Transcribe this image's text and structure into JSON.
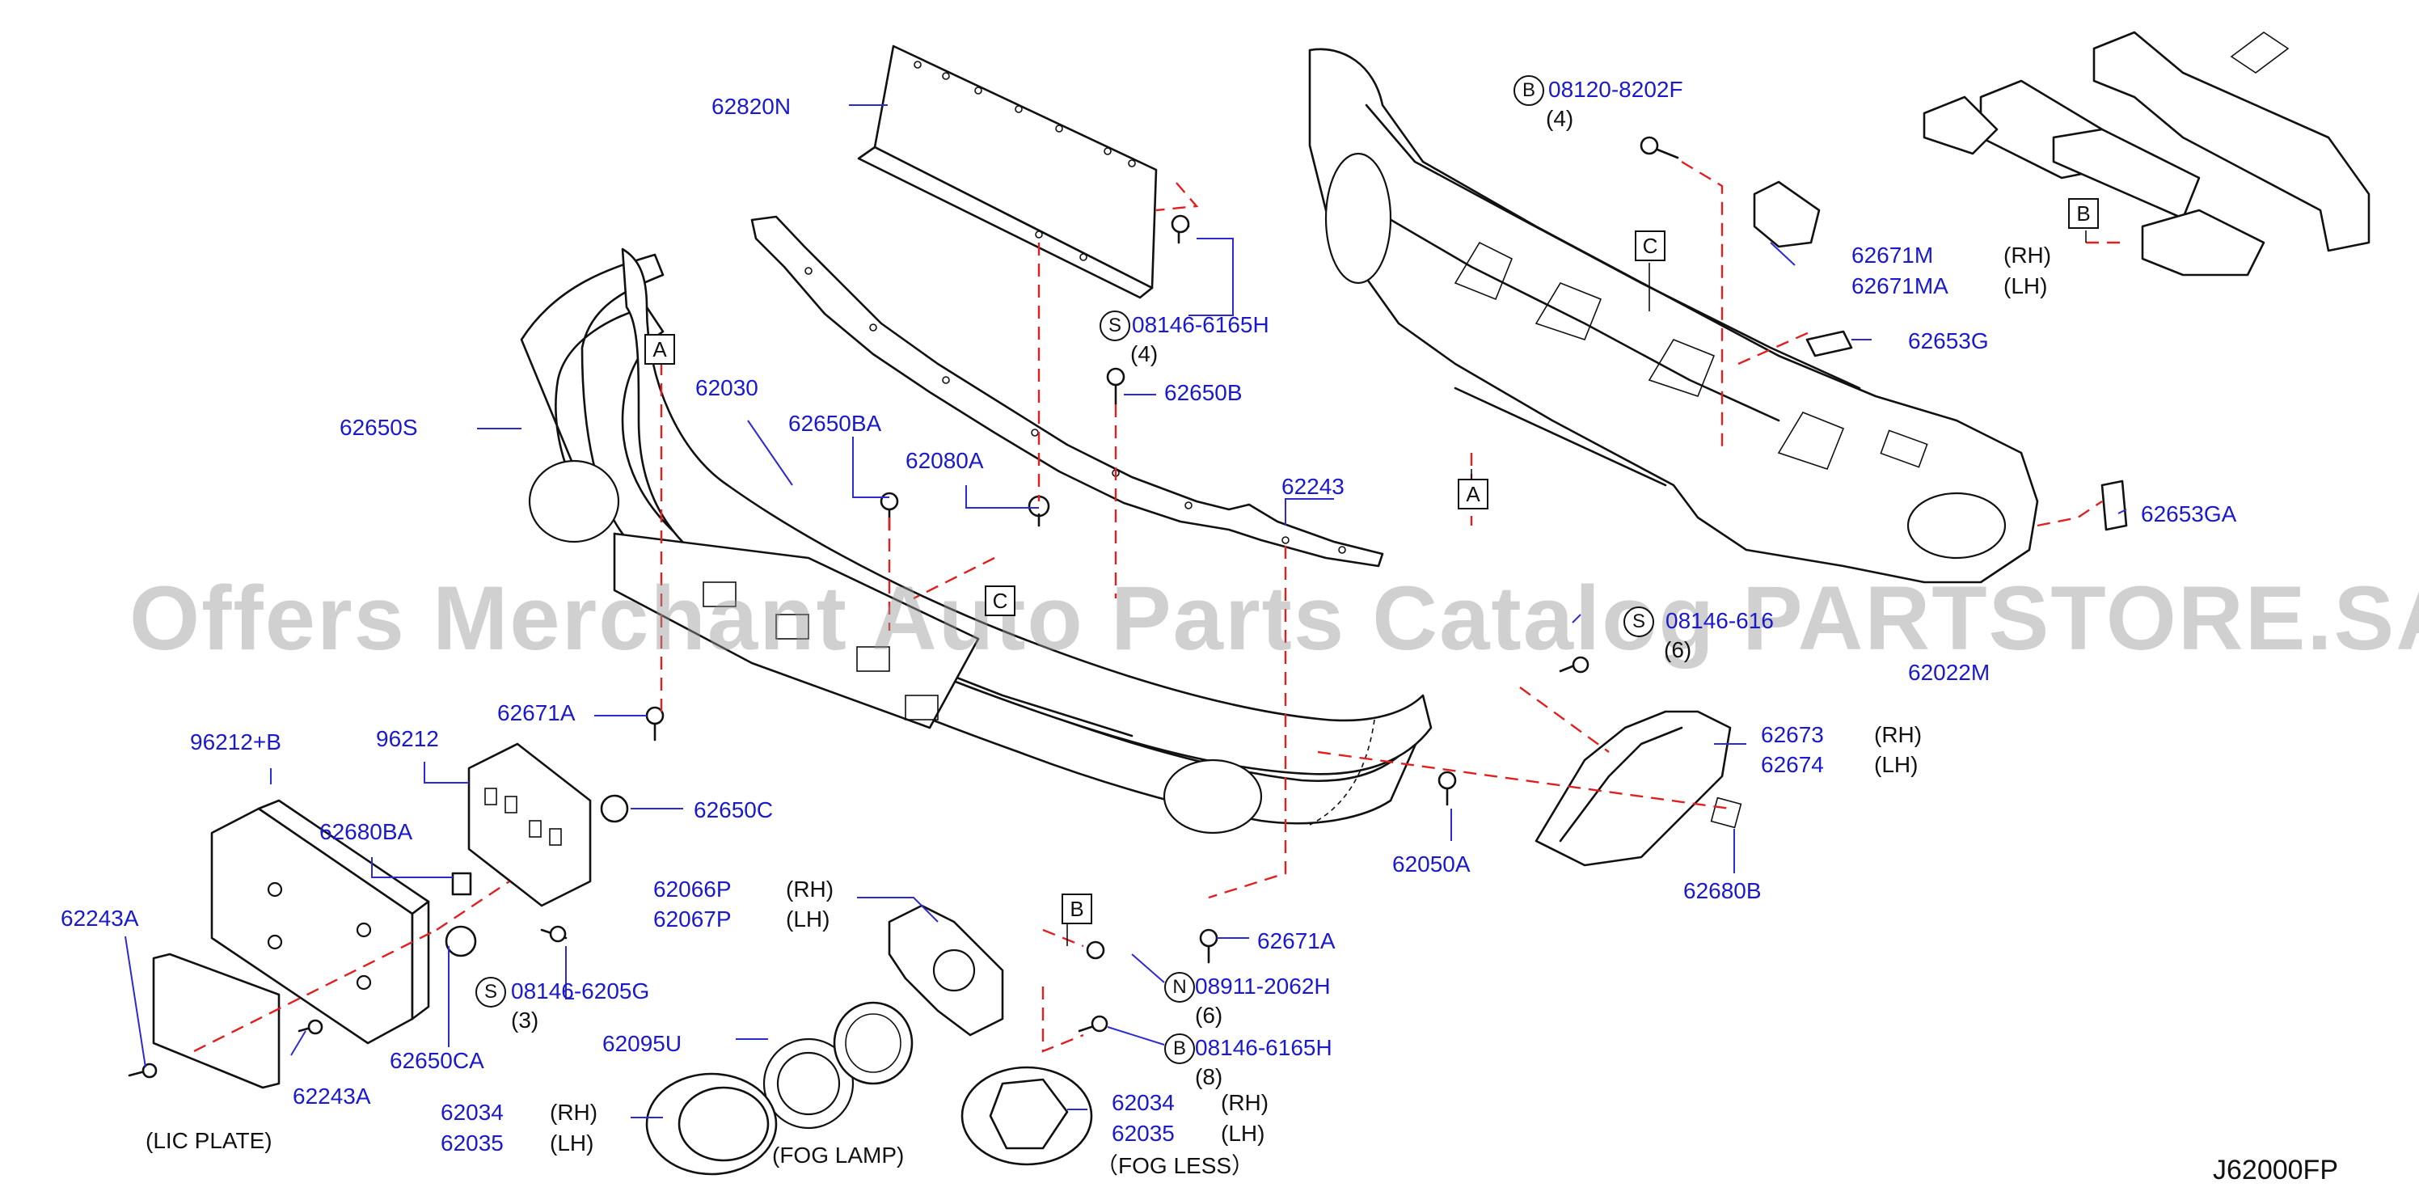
{
  "watermark": "Offers Merchant Auto Parts Catalog PARTSTORE.SA",
  "diagram_code": "J62000FP",
  "callouts": {
    "p62820N": "62820N",
    "p62650S": "62650S",
    "p62030": "62030",
    "p62650BA": "62650BA",
    "p62080A": "62080A",
    "p62650B": "62650B",
    "p08146_6165H_top": "08146-6165H",
    "p62243": "62243",
    "p62671A_left": "62671A",
    "p96212B": "96212+B",
    "p96212": "96212",
    "p62650C": "62650C",
    "p62680BA": "62680BA",
    "p62243A_left": "62243A",
    "p62243A_lower": "62243A",
    "p08146_6205G": "08146-6205G",
    "p62650CA": "62650CA",
    "p62066P": "62066P",
    "p62067P": "62067P",
    "p62095U": "62095U",
    "p62034_left": "62034",
    "p62035_left": "62035",
    "p62034_right": "62034",
    "p62035_right": "62035",
    "p08911_2062H": "08911-2062H",
    "p08146_6165H_low": "08146-6165H",
    "p62671A_right": "62671A",
    "p62050A": "62050A",
    "p62680B": "62680B",
    "p62673": "62673",
    "p62674": "62674",
    "p62022M": "62022M",
    "p08146_616x": "08146-616",
    "p62653GA": "62653GA",
    "p62653G": "62653G",
    "p62671M": "62671M",
    "p62671MA": "62671MA",
    "p08120_8202F": "08120-8202F"
  },
  "notes": {
    "q4_top": "(4)",
    "q4_bolt": "(4)",
    "q3": "(3)",
    "q6_nut": "(6)",
    "q8": "(8)",
    "q6_s": "(6)",
    "lic_plate": "(LIC   PLATE)",
    "fog_lamp": "(FOG   LAMP)",
    "fog_less": "（FOG   LESS）"
  },
  "sides": {
    "rh": "(RH)",
    "lh": "(LH)"
  },
  "symbols": {
    "A": "A",
    "B": "B",
    "C": "C",
    "S": "S",
    "N": "N"
  }
}
